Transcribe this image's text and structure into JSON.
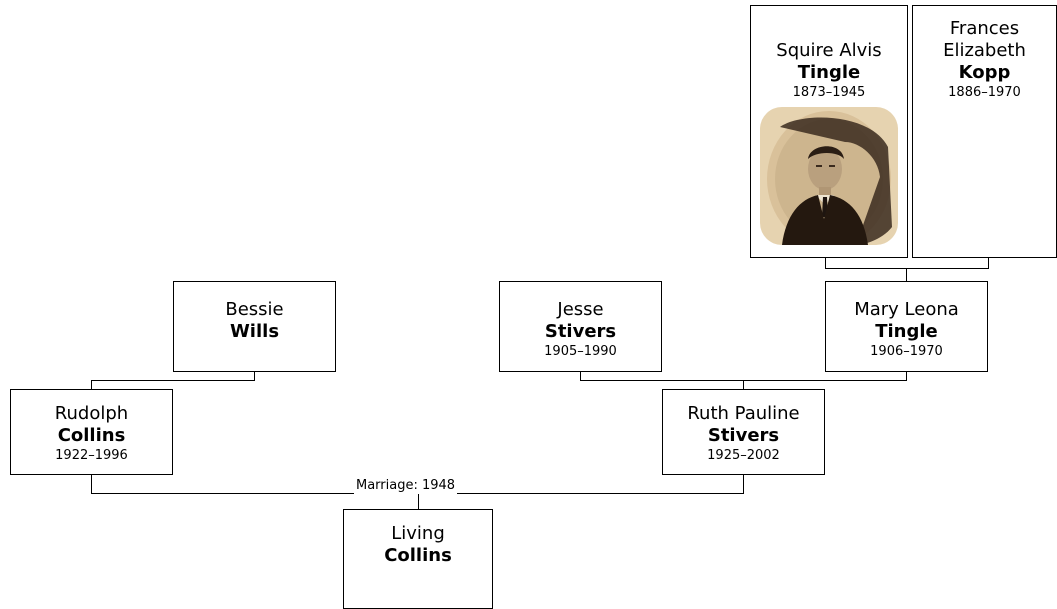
{
  "people": {
    "squire": {
      "given": "Squire Alvis",
      "surname": "Tingle",
      "dates": "1873–1945",
      "photo": "portrait-photo"
    },
    "frances": {
      "given": "Frances Elizabeth",
      "surname": "Kopp",
      "dates": "1886–1970"
    },
    "bessie": {
      "given": "Bessie",
      "surname": "Wills"
    },
    "jesse": {
      "given": "Jesse",
      "surname": "Stivers",
      "dates": "1905–1990"
    },
    "mary": {
      "given": "Mary Leona",
      "surname": "Tingle",
      "dates": "1906–1970"
    },
    "rudolph": {
      "given": "Rudolph",
      "surname": "Collins",
      "dates": "1922–1996"
    },
    "ruth": {
      "given": "Ruth Pauline",
      "surname": "Stivers",
      "dates": "1925–2002"
    },
    "living": {
      "given": "Living",
      "surname": "Collins"
    }
  },
  "marriage": {
    "label": "Marriage: 1948"
  },
  "colors": {
    "line": "#000000",
    "box_border": "#000000",
    "photo_tint": "#cdb58e"
  }
}
